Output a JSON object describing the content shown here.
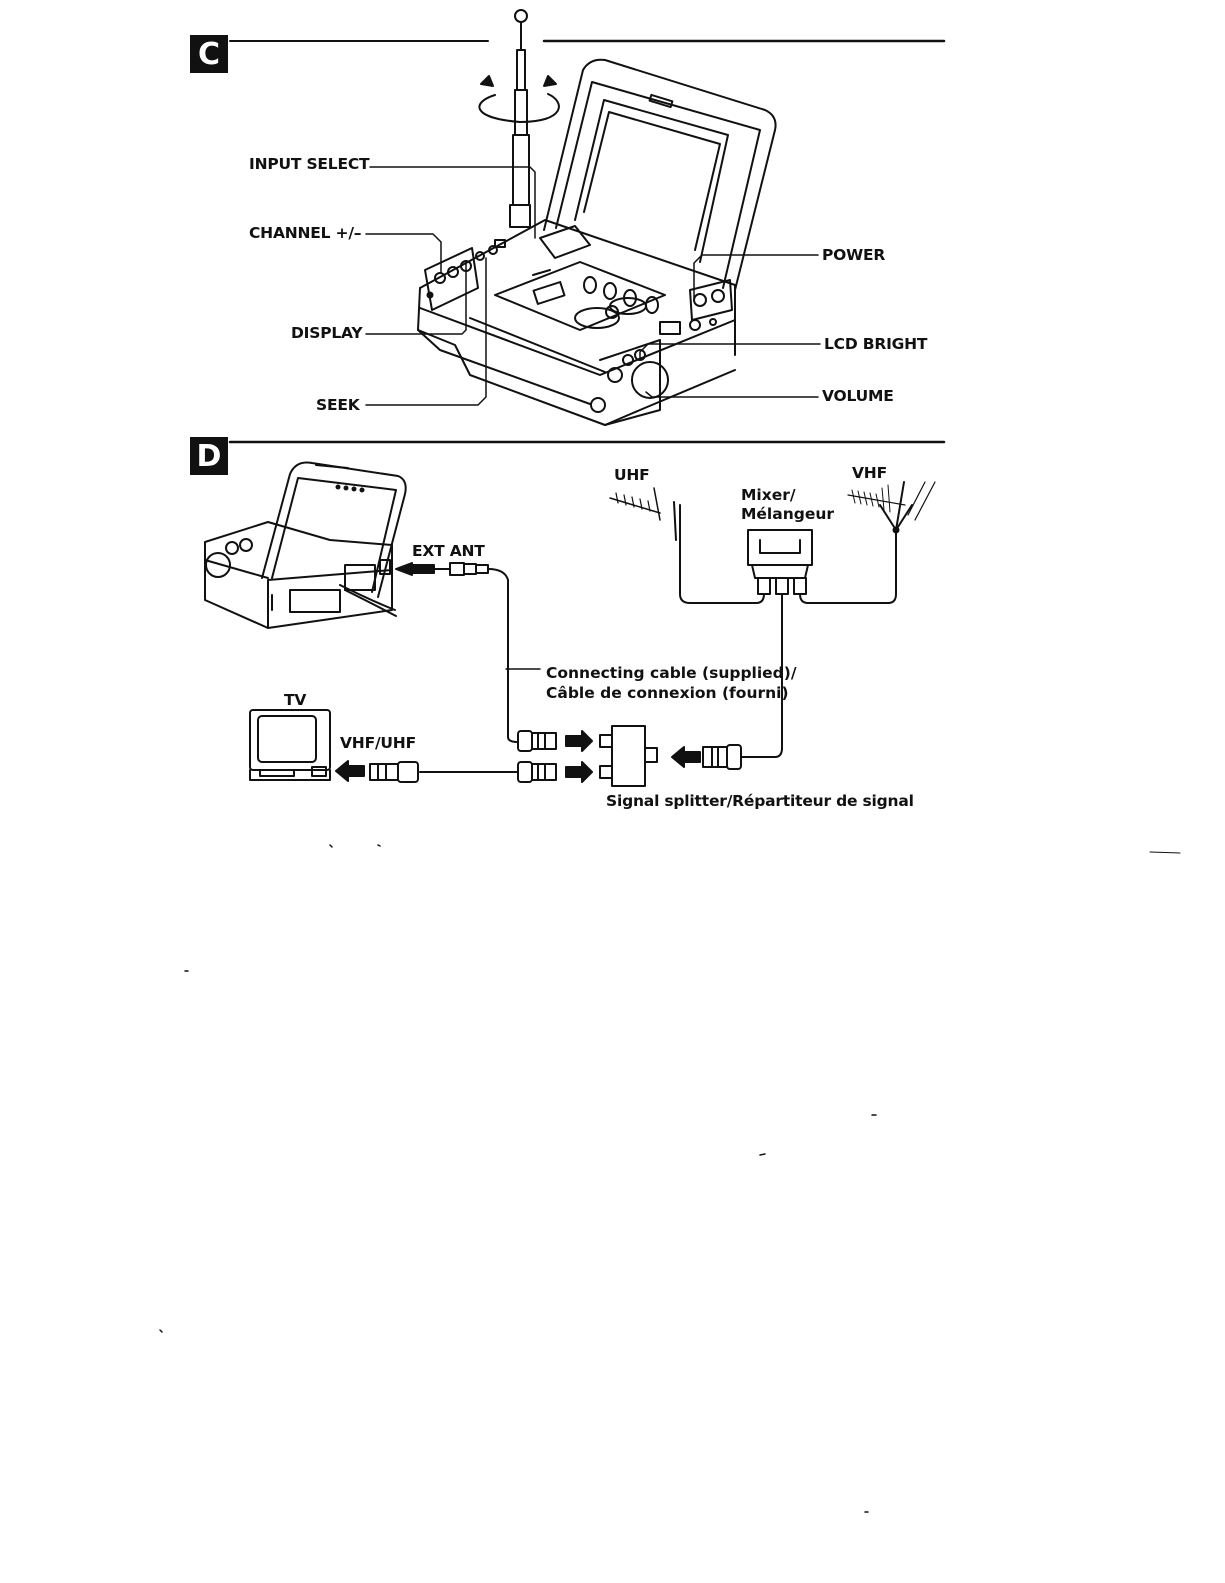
{
  "section_c": {
    "badge": "C",
    "labels": {
      "input_select": "INPUT SELECT",
      "channel": "CHANNEL +/–",
      "display": "DISPLAY",
      "seek": "SEEK",
      "power": "POWER",
      "lcd_bright": "LCD BRIGHT",
      "volume": "VOLUME"
    }
  },
  "section_d": {
    "badge": "D",
    "labels": {
      "ext_ant": "EXT ANT",
      "uhf": "UHF",
      "vhf": "VHF",
      "mixer_line1": "Mixer/",
      "mixer_line2": "Mélangeur",
      "cable_line1": "Connecting cable (supplied)/",
      "cable_line2": "Câble de connexion (fourni)",
      "tv": "TV",
      "vhf_uhf": "VHF/UHF",
      "splitter": "Signal splitter/Répartiteur de signal"
    }
  }
}
